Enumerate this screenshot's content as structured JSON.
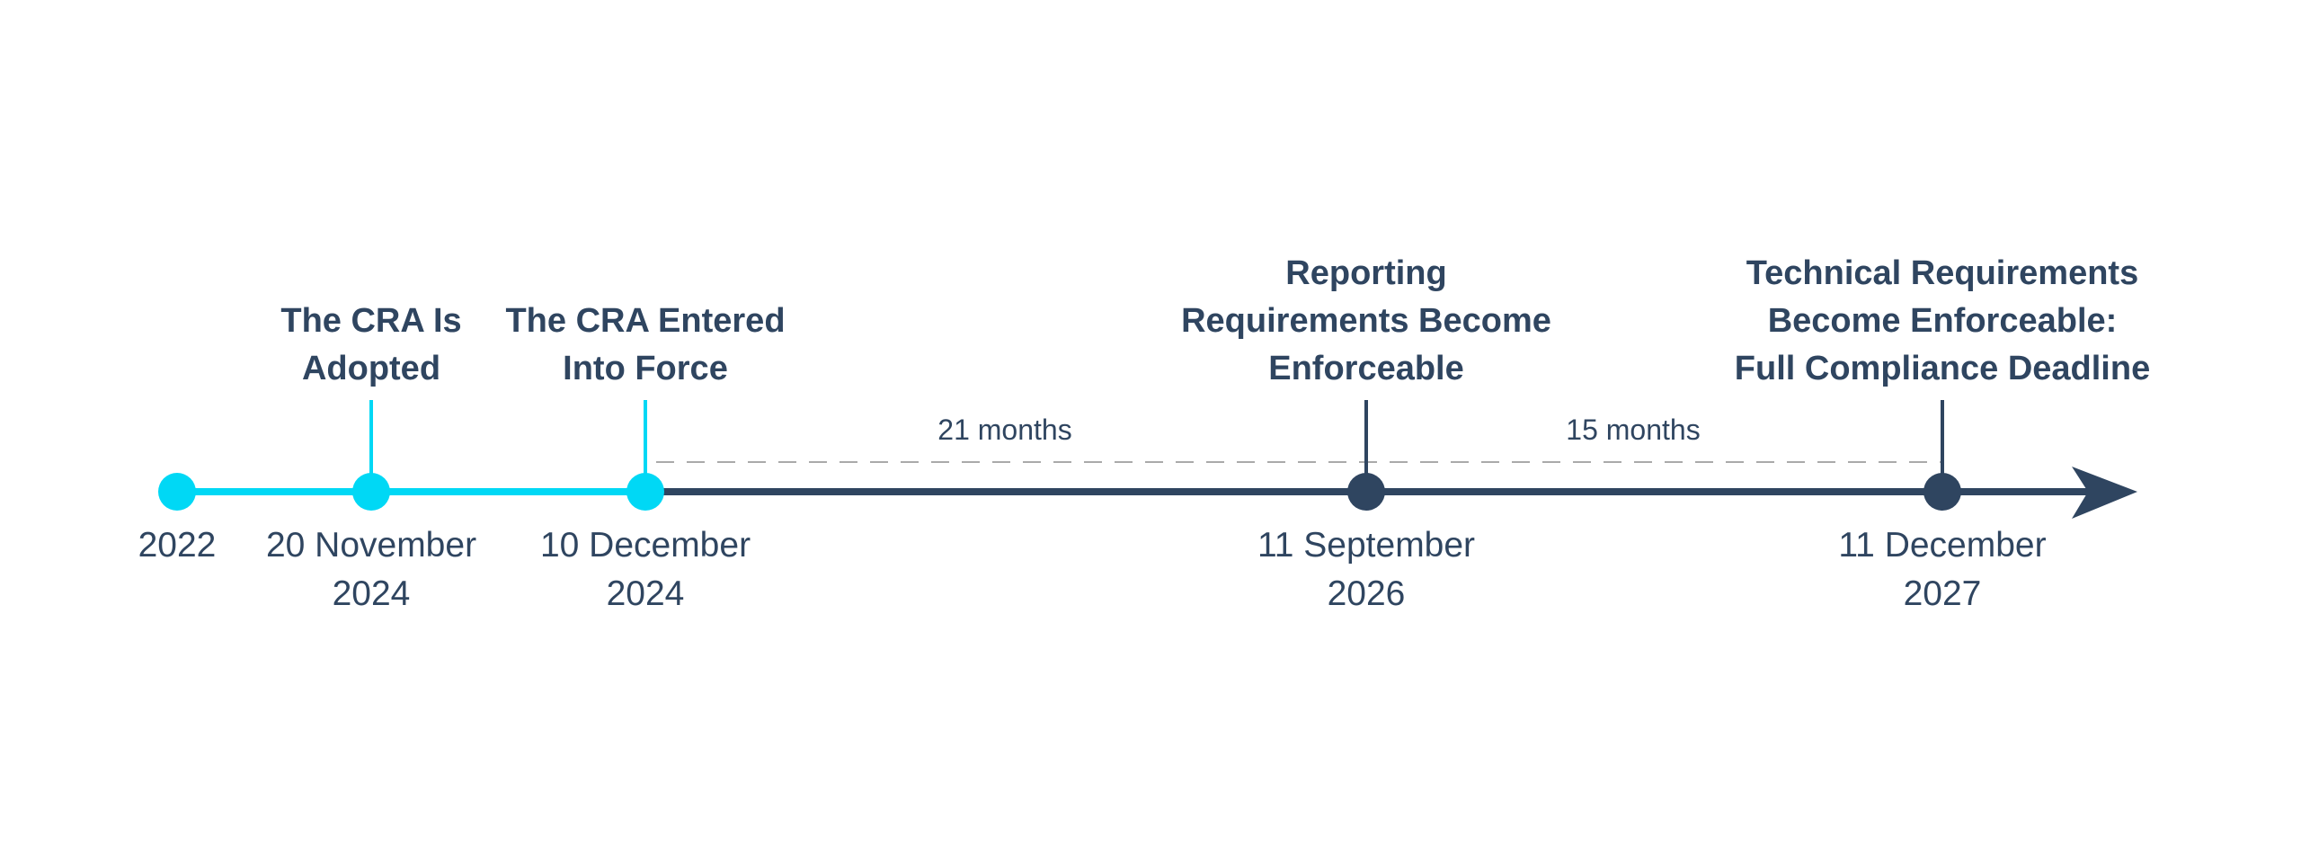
{
  "colors": {
    "past": "#00d8f5",
    "future": "#2f4560",
    "text": "#2f4560",
    "dashed": "#aaaaaa"
  },
  "milestones": [
    {
      "id": "m2022",
      "event_lines": [],
      "date_lines": [
        "2022"
      ],
      "state": "past"
    },
    {
      "id": "adopted",
      "event_lines": [
        "The CRA Is",
        "Adopted"
      ],
      "date_lines": [
        "20 November",
        "2024"
      ],
      "state": "past"
    },
    {
      "id": "force",
      "event_lines": [
        "The CRA Entered",
        "Into Force"
      ],
      "date_lines": [
        "10 December",
        "2024"
      ],
      "state": "past"
    },
    {
      "id": "reporting",
      "event_lines": [
        "Reporting",
        "Requirements Become",
        "Enforceable"
      ],
      "date_lines": [
        "11 September",
        "2026"
      ],
      "state": "future"
    },
    {
      "id": "technical",
      "event_lines": [
        "Technical Requirements",
        "Become Enforceable:",
        "Full Compliance Deadline"
      ],
      "date_lines": [
        "11 December",
        "2027"
      ],
      "state": "future"
    }
  ],
  "durations": [
    {
      "label": "21 months"
    },
    {
      "label": "15 months"
    }
  ]
}
